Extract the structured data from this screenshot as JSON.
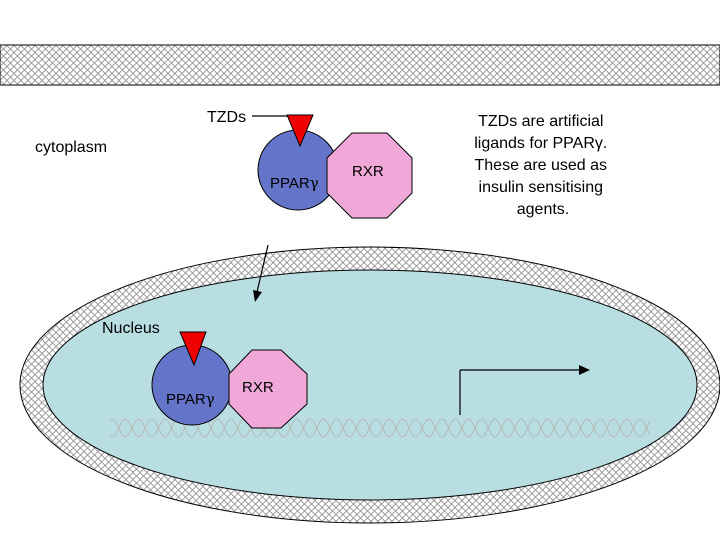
{
  "labels": {
    "tzds": "TZDs",
    "cytoplasm": "cytoplasm",
    "nucleus": "Nucleus",
    "ppar_top_prefix": "PPAR",
    "ppar_top_greek": "γ",
    "rxr_top": "RXR",
    "ppar_bottom_prefix": "PPAR",
    "ppar_bottom_greek": "γ",
    "rxr_bottom": "RXR"
  },
  "note": {
    "lines": [
      "TZDs are artificial",
      "ligands for PPARγ.",
      "These are used as",
      "insulin sensitising",
      "agents."
    ]
  },
  "colors": {
    "ppar_fill": "#6474c8",
    "rxr_fill": "#f0a8d8",
    "ligand_fill": "#ee0000",
    "nucleoplasm_fill": "#b8dee2",
    "membrane_fill": "#ffffff"
  }
}
